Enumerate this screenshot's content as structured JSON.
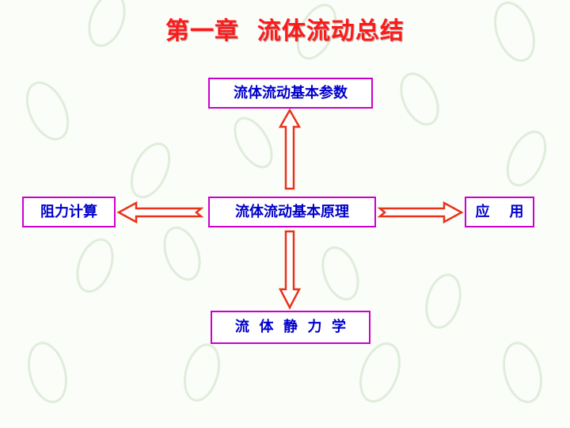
{
  "slide": {
    "title": "第一章  流体流动总结"
  },
  "nodes": {
    "params": "流体流动基本参数",
    "principle": "流体流动基本原理",
    "resistance": "阻力计算",
    "application": "应    用",
    "statics": "流  体  静  力  学"
  },
  "colors": {
    "title": "#ff1a1a",
    "box_border": "#cc00cc",
    "box_text": "#0000cc",
    "arrow_outline": "#e8331a"
  },
  "background": {
    "decoration": "faint green leaf watermark pattern"
  }
}
